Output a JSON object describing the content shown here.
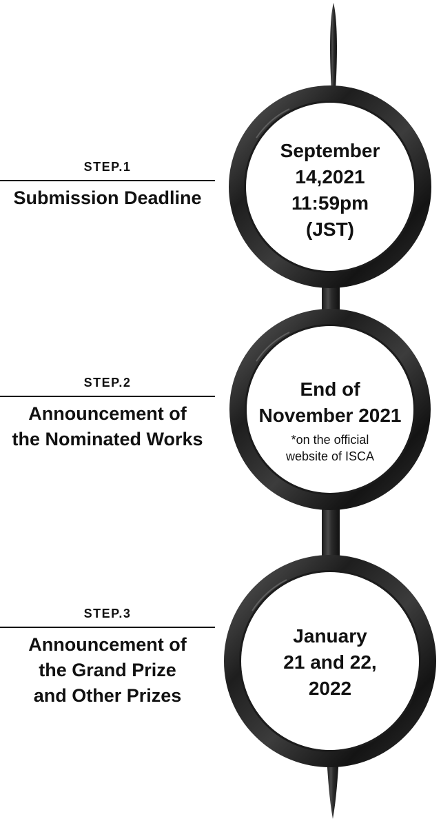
{
  "steps": [
    {
      "label": "STEP.1",
      "title_lines": [
        "Submission Deadline"
      ],
      "date_lines": [
        "September",
        "14,2021",
        "11:59pm",
        "(JST)"
      ],
      "note_lines": []
    },
    {
      "label": "STEP.2",
      "title_lines": [
        "Announcement of",
        "the Nominated Works"
      ],
      "date_lines": [
        "End of",
        "November 2021"
      ],
      "note_lines": [
        "*on the official",
        "website of ISCA"
      ]
    },
    {
      "label": "STEP.3",
      "title_lines": [
        "Announcement of",
        "the Grand Prize",
        "and Other Prizes"
      ],
      "date_lines": [
        "January",
        "21 and 22,",
        "2022"
      ],
      "note_lines": []
    }
  ],
  "colors": {
    "ink": "#111111",
    "ring_dark": "#1c1c1c",
    "ring_mid": "#3a3a3a",
    "ring_light": "#6a6a6a",
    "background": "#ffffff"
  }
}
